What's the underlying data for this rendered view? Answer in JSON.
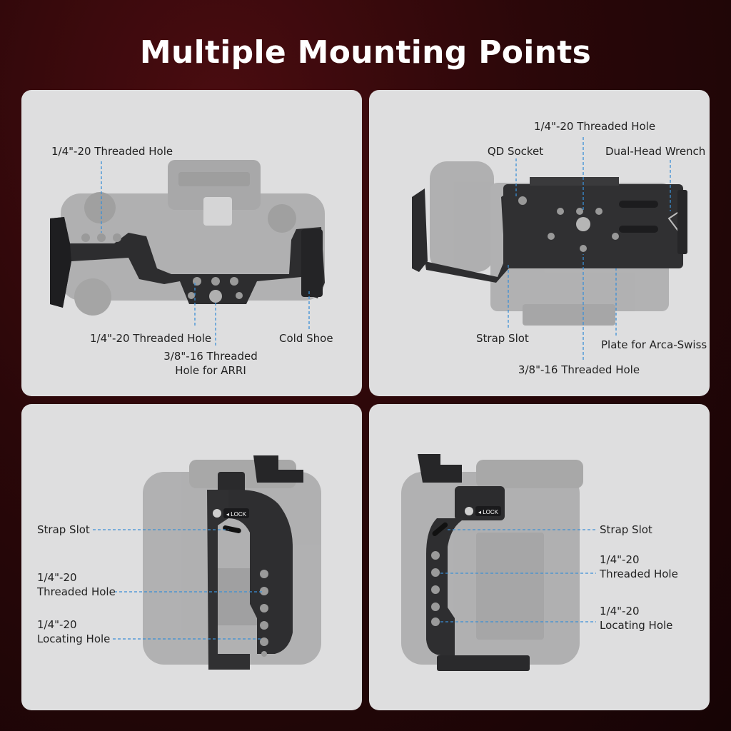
{
  "title": "Multiple Mounting Points",
  "panels": {
    "top_view": {
      "labels": {
        "threaded_hole_top": "1/4\"-20 Threaded Hole",
        "threaded_hole_bottom": "1/4\"-20 Threaded Hole",
        "arri_hole_line1": "3/8\"-16 Threaded",
        "arri_hole_line2": "Hole for ARRI",
        "cold_shoe": "Cold Shoe"
      }
    },
    "bottom_view": {
      "labels": {
        "threaded_hole": "1/4\"-20 Threaded Hole",
        "qd_socket": "QD Socket",
        "wrench": "Dual-Head Wrench",
        "strap_slot": "Strap Slot",
        "arca_plate": "Plate for Arca-Swiss",
        "threaded_hole_38": "3/8\"-16 Threaded Hole"
      }
    },
    "side_view_left": {
      "lock_text": "◂ LOCK",
      "labels": {
        "strap_slot": "Strap Slot",
        "threaded_line1": "1/4\"-20",
        "threaded_line2": "Threaded Hole",
        "locating_line1": "1/4\"-20",
        "locating_line2": "Locating  Hole"
      }
    },
    "side_view_right": {
      "lock_text": "◂ LOCK",
      "labels": {
        "strap_slot": "Strap Slot",
        "threaded_line1": "1/4\"-20",
        "threaded_line2": "Threaded Hole",
        "locating_line1": "1/4\"-20",
        "locating_line2": "Locating Hole"
      }
    }
  }
}
